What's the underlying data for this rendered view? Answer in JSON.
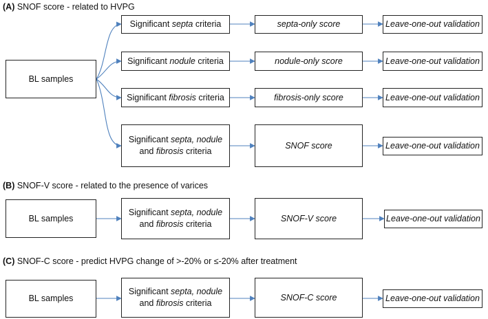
{
  "panels": [
    {
      "label": "(A)",
      "title": "SNOF score - related to HVPG",
      "source": "BL samples",
      "rows": [
        {
          "criteria": [
            {
              "t": "Significant ",
              "i": false
            },
            {
              "t": "septa",
              "i": true
            },
            {
              "t": " criteria",
              "i": false
            }
          ],
          "score": "septa-only score",
          "validation": "Leave-one-out validation"
        },
        {
          "criteria": [
            {
              "t": "Significant ",
              "i": false
            },
            {
              "t": "nodule",
              "i": true
            },
            {
              "t": " criteria",
              "i": false
            }
          ],
          "score": "nodule-only score",
          "validation": "Leave-one-out validation"
        },
        {
          "criteria": [
            {
              "t": "Significant ",
              "i": false
            },
            {
              "t": "fibrosis",
              "i": true
            },
            {
              "t": " criteria",
              "i": false
            }
          ],
          "score": "fibrosis-only score",
          "validation": "Leave-one-out validation"
        },
        {
          "criteria": [
            {
              "t": "Significant ",
              "i": false
            },
            {
              "t": "septa, nodule",
              "i": true
            },
            {
              "t": "\nand ",
              "i": false
            },
            {
              "t": "fibrosis",
              "i": true
            },
            {
              "t": " criteria",
              "i": false
            }
          ],
          "score": "SNOF score",
          "validation": "Leave-one-out validation"
        }
      ]
    },
    {
      "label": "(B)",
      "title": "SNOF-V score - related to the presence of varices",
      "source": "BL samples",
      "rows": [
        {
          "criteria": [
            {
              "t": "Significant ",
              "i": false
            },
            {
              "t": "septa, nodule",
              "i": true
            },
            {
              "t": "\nand ",
              "i": false
            },
            {
              "t": "fibrosis",
              "i": true
            },
            {
              "t": " criteria",
              "i": false
            }
          ],
          "score": "SNOF-V score",
          "validation": "Leave-one-out validation"
        }
      ]
    },
    {
      "label": "(C)",
      "title": "SNOF-C score - predict HVPG change of  >-20% or ≤-20% after treatment",
      "source": "BL samples",
      "rows": [
        {
          "criteria": [
            {
              "t": "Significant ",
              "i": false
            },
            {
              "t": "septa, nodule",
              "i": true
            },
            {
              "t": "\nand ",
              "i": false
            },
            {
              "t": "fibrosis",
              "i": true
            },
            {
              "t": " criteria",
              "i": false
            }
          ],
          "score": "SNOF-C score",
          "validation": "Leave-one-out validation"
        }
      ]
    }
  ],
  "colors": {
    "arrow": "#4f81bd",
    "border": "#222222"
  }
}
